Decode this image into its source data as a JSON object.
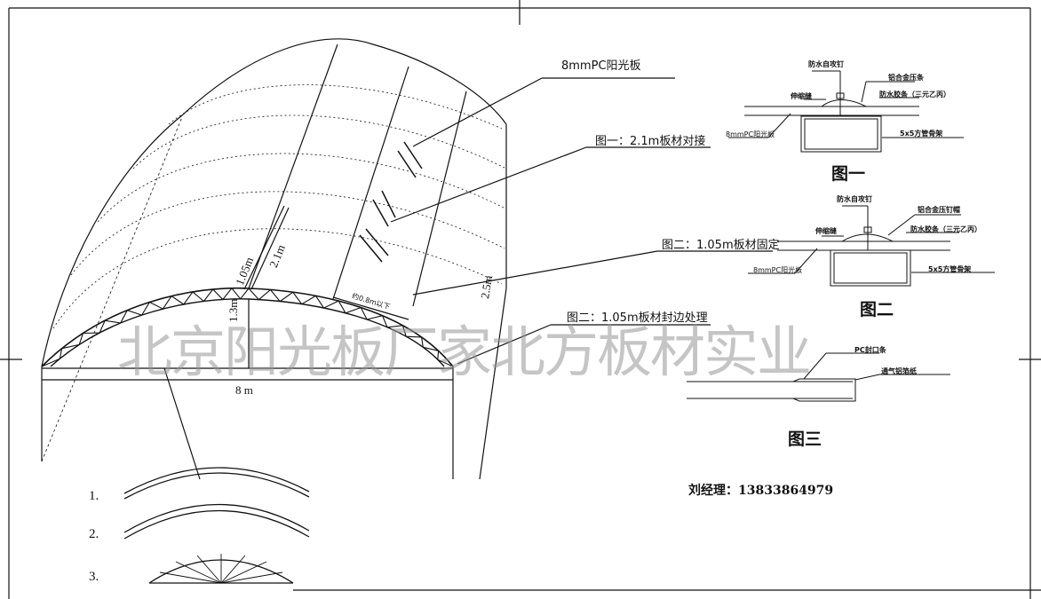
{
  "labels": {
    "panel": "8mmPC阳光板",
    "fig1_callout": "图一：2.1m板材对接",
    "fig2_callout": "图二：1.05m板材固定",
    "fig3_callout": "图二：1.05m板材封边处理"
  },
  "dimensions": {
    "width": "8 m",
    "height": "1.3m",
    "panel_short": "1.05m",
    "panel_long": "2.1m",
    "spacing": "约0.8m以下",
    "depth": "2.5m"
  },
  "watermark": "北京阳光板厂家北方板材实业",
  "fig1": {
    "title": "图一",
    "screw": "防水自攻钉",
    "strip": "铝合金压条",
    "gap": "伸缩缝",
    "seal": "防水胶条（三元乙丙）",
    "panel": "8mmPC阳光板",
    "frame": "5x5方管骨架"
  },
  "fig2": {
    "title": "图二",
    "screw": "防水自攻钉",
    "cap": "铝合金压钉帽",
    "gap": "伸缩缝",
    "seal": "防水胶条（三元乙丙）",
    "panel": "8mmPC阳光板",
    "frame": "5x5方管骨架"
  },
  "fig3": {
    "title": "图三",
    "seal_strip": "PC封口条",
    "vent_tape": "通气铝箔纸"
  },
  "truss_types": [
    "1.",
    "2.",
    "3."
  ],
  "contact": "刘经理：13833864979"
}
